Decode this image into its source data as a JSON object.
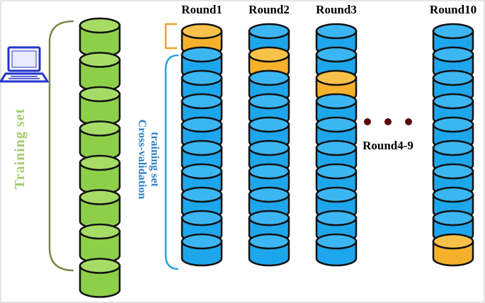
{
  "figure": {
    "training_set_label": "Training set",
    "cv_label_line1": "Cross-validation",
    "cv_label_line2": "training set",
    "ellipsis_label": "Round4-9",
    "rounds": [
      {
        "label": "Round1",
        "highlight_index": 0
      },
      {
        "label": "Round2",
        "highlight_index": 1
      },
      {
        "label": "Round3",
        "highlight_index": 2
      },
      {
        "label": "Round10",
        "highlight_index": 9
      }
    ],
    "training_disks": 8,
    "fold_disks": 10
  },
  "colors": {
    "green_fill": "#8ecf4a",
    "green_top": "#a6dc66",
    "blue_fill": "#1ea6ec",
    "blue_top": "#3cb6f2",
    "orange_fill": "#f5b12c",
    "orange_top": "#f8c24a",
    "outline": "#111111",
    "training_label": "#a6cc6a",
    "cv_label": "#2f7fc4",
    "bracket_olive": "#7a8a4a",
    "bracket_blue": "#2aa0e0",
    "bracket_orange": "#e9a52a",
    "computer": "#2233cc",
    "dots": "#5a0a0a"
  },
  "icons": {
    "computer": "computer-icon"
  }
}
